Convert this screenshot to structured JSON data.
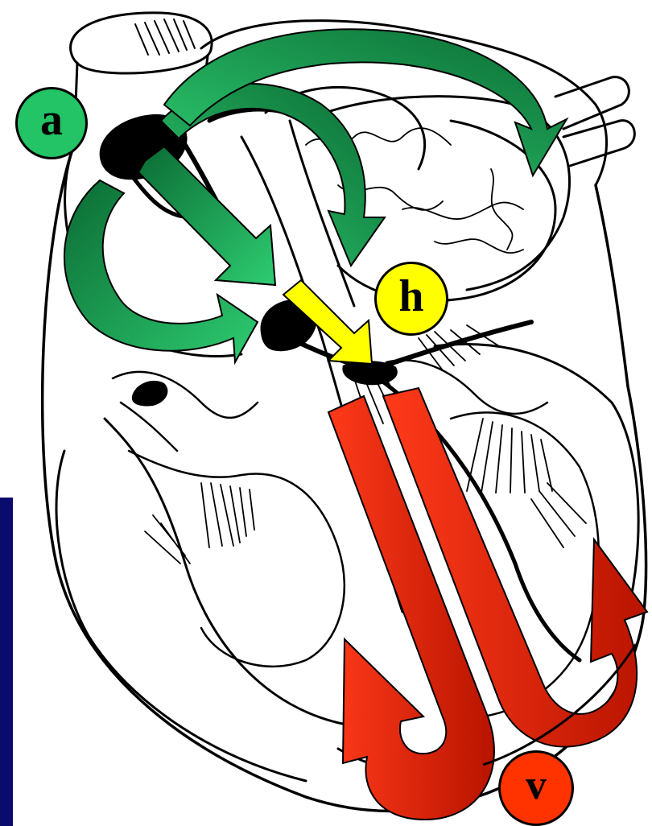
{
  "labels": {
    "atrial": "a",
    "his": "h",
    "ventricular": "v"
  },
  "colors": {
    "atrial_arrow_light": "#2ecc71",
    "atrial_arrow_dark": "#0b6b34",
    "his_arrow": "#ffff00",
    "ventricular_arrow_light": "#ff3a1a",
    "ventricular_arrow_dark": "#b81400",
    "bubble_a_fill": "#22c466",
    "bubble_h_fill": "#ffff00",
    "bubble_v_fill": "#ff3300",
    "side_bar": "#0b0b6e",
    "outline": "#000000"
  },
  "icons": {
    "heart_drawing": "heart-outline-illustration",
    "node_sa": "sinoatrial-node-blob",
    "node_av": "atrioventricular-node-blob"
  }
}
